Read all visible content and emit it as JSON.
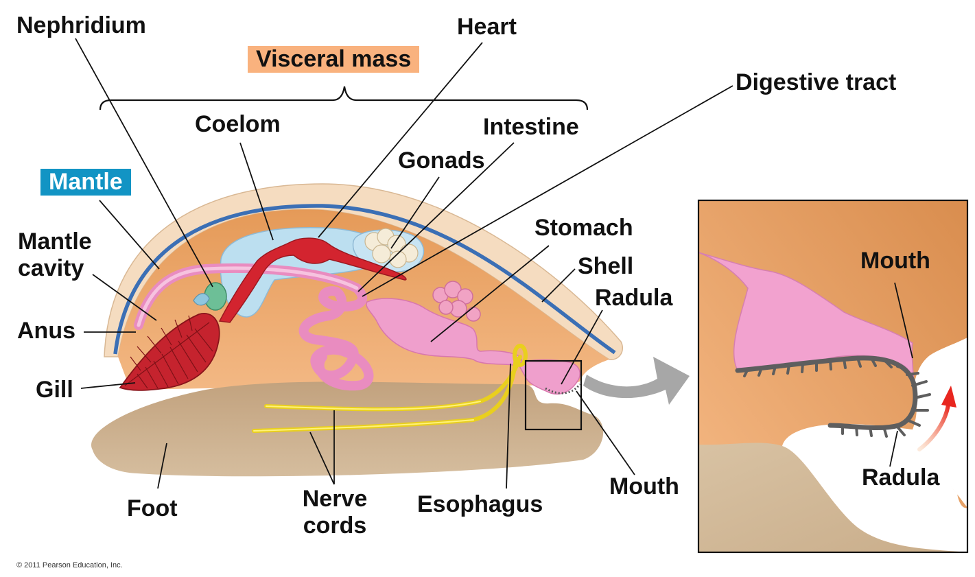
{
  "labels": {
    "nephridium": "Nephridium",
    "visceral_mass": "Visceral mass",
    "heart": "Heart",
    "digestive_tract": "Digestive tract",
    "coelom": "Coelom",
    "intestine": "Intestine",
    "gonads": "Gonads",
    "mantle": "Mantle",
    "mantle_cavity_1": "Mantle",
    "mantle_cavity_2": "cavity",
    "stomach": "Stomach",
    "shell": "Shell",
    "radula": "Radula",
    "anus": "Anus",
    "gill": "Gill",
    "foot": "Foot",
    "nerve_cords_1": "Nerve",
    "nerve_cords_2": "cords",
    "esophagus": "Esophagus",
    "mouth": "Mouth",
    "inset_mouth": "Mouth",
    "inset_radula": "Radula"
  },
  "copyright": "© 2011 Pearson Education, Inc.",
  "colors": {
    "visceral_mass_box": "#f9b27e",
    "mantle_box": "#1294c4",
    "shell": "#f5dcc0",
    "mantle_layer": "#3b6fb5",
    "body": "#eeaa6e",
    "foot": "#c7ab8a",
    "coelom": "#b9dcef",
    "heart": "#d3242f",
    "gill": "#c5232e",
    "digestive": "#ef9fcc",
    "nerve": "#f3df2c",
    "arrow": "#a7a7a7",
    "radula_arrow": "#e8261f"
  }
}
